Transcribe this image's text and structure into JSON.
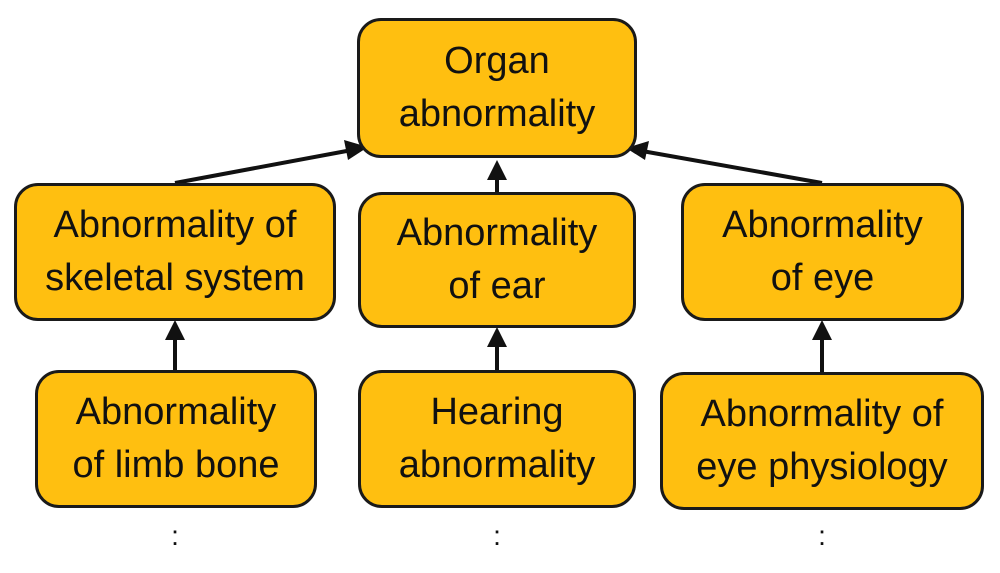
{
  "nodes": {
    "root": "Organ\nabnormality",
    "skeletal": "Abnormality of\nskeletal system",
    "ear": "Abnormality\nof ear",
    "eye": "Abnormality\nof eye",
    "limb_bone": "Abnormality\nof limb bone",
    "hearing": "Hearing\nabnormality",
    "eye_physiology": "Abnormality of\neye physiology"
  },
  "continuation": ":",
  "colors": {
    "node_fill": "#FFBF10",
    "node_border": "#1a1a1a",
    "edge": "#111111"
  }
}
